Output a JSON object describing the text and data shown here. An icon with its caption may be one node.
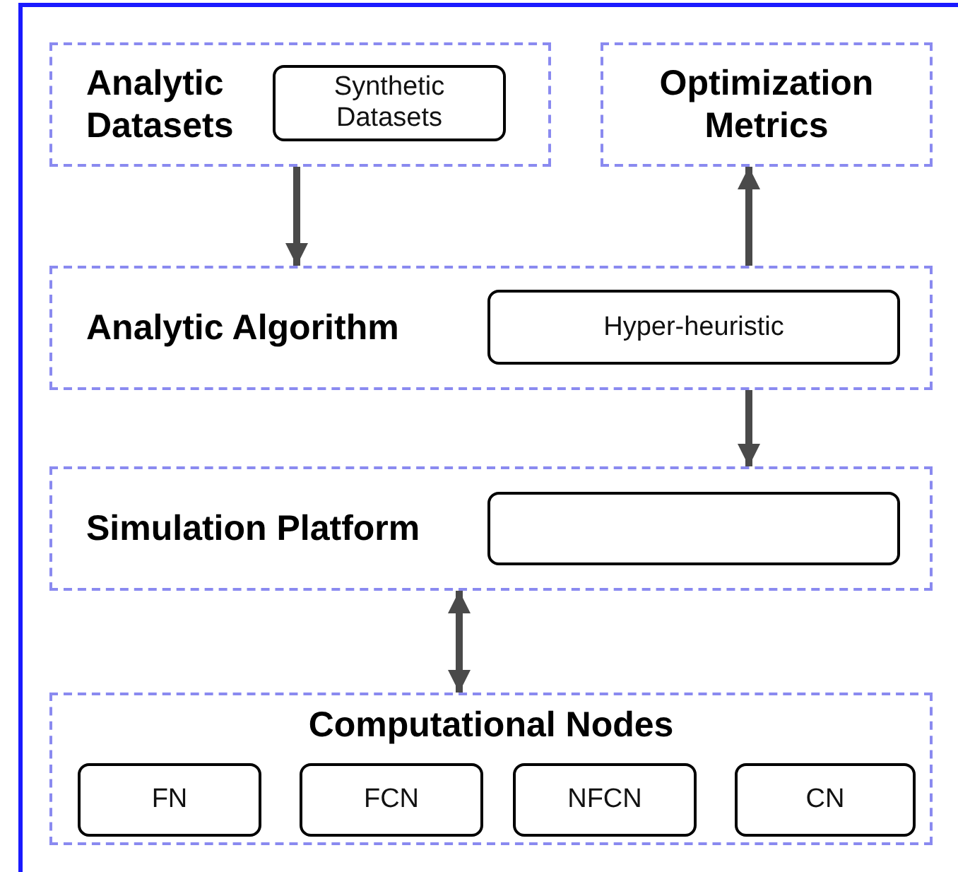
{
  "diagram": {
    "nodes": [
      {
        "text": [
          "Analytic Datasets"
        ]
      },
      {
        "text": [
          "Synthetic Datasets"
        ],
        "in": 0
      },
      {
        "text": [
          "Optimization Metrics"
        ]
      },
      {
        "text": [
          "Analytic Algorithm"
        ]
      },
      {
        "text": [
          "Hyper-heuristic"
        ],
        "in": 3
      },
      {
        "text": [
          "Simulation Platform"
        ]
      },
      {
        "text": [],
        "shape": "box",
        "in": 5
      },
      {
        "text": [
          "Computational Nodes"
        ]
      },
      {
        "text": [
          "FN"
        ],
        "in": 7
      },
      {
        "text": [
          "FCN"
        ],
        "in": 7
      },
      {
        "text": [
          "NFCN"
        ],
        "in": 7
      },
      {
        "text": [
          "CN"
        ],
        "in": 7
      }
    ],
    "edges": [
      {
        "from": 0,
        "to": 3,
        "arrow": "to"
      },
      {
        "from": 3,
        "to": 2,
        "arrow": "to"
      },
      {
        "from": 3,
        "to": 5,
        "arrow": "to"
      },
      {
        "from": 5,
        "to": 7,
        "arrow": "both"
      }
    ]
  }
}
